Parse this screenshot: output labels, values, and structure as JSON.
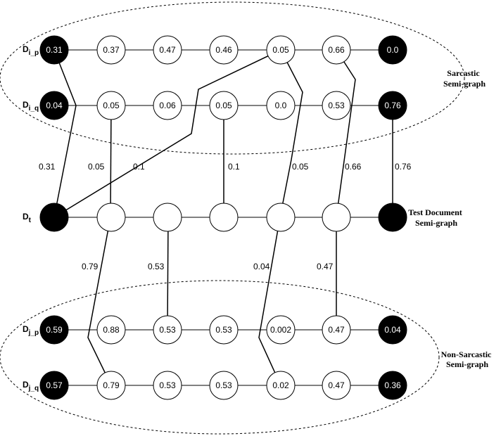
{
  "groups": [
    {
      "id": "sarcastic",
      "lines": [
        "Sarcastic",
        "Semi-graph"
      ]
    },
    {
      "id": "test",
      "lines": [
        "Test Document",
        "Semi-graph"
      ]
    },
    {
      "id": "non-sarcastic",
      "lines": [
        "Non-Sarcastic",
        "Semi-graph"
      ]
    }
  ],
  "rows": [
    {
      "id": "dip",
      "label": {
        "base": "D",
        "sub": "i_p"
      },
      "nodes": [
        {
          "value": "0.31",
          "filled": true
        },
        {
          "value": "0.37"
        },
        {
          "value": "0.47"
        },
        {
          "value": "0.46"
        },
        {
          "value": "0.05"
        },
        {
          "value": "0.66"
        },
        {
          "value": "0.0",
          "filled": true
        }
      ]
    },
    {
      "id": "diq",
      "label": {
        "base": "D",
        "sub": "i_q"
      },
      "nodes": [
        {
          "value": "0.04",
          "filled": true
        },
        {
          "value": "0.05"
        },
        {
          "value": "0.06"
        },
        {
          "value": "0.05"
        },
        {
          "value": "0.0"
        },
        {
          "value": "0.53"
        },
        {
          "value": "0.76",
          "filled": true
        }
      ]
    },
    {
      "id": "dt",
      "label": {
        "base": "D",
        "sub": "t"
      },
      "nodes": [
        {
          "value": "",
          "filled": true
        },
        {
          "value": ""
        },
        {
          "value": ""
        },
        {
          "value": ""
        },
        {
          "value": ""
        },
        {
          "value": ""
        },
        {
          "value": "",
          "filled": true
        }
      ]
    },
    {
      "id": "djp",
      "label": {
        "base": "D",
        "sub": "j_p"
      },
      "nodes": [
        {
          "value": "0.59",
          "filled": true
        },
        {
          "value": "0.88"
        },
        {
          "value": "0.53"
        },
        {
          "value": "0.53"
        },
        {
          "value": "0.002"
        },
        {
          "value": "0.47"
        },
        {
          "value": "0.04",
          "filled": true
        }
      ]
    },
    {
      "id": "djq",
      "label": {
        "base": "D",
        "sub": "j_q"
      },
      "nodes": [
        {
          "value": "0.57",
          "filled": true
        },
        {
          "value": "0.79"
        },
        {
          "value": "0.53"
        },
        {
          "value": "0.53"
        },
        {
          "value": "0.02"
        },
        {
          "value": "0.47"
        },
        {
          "value": "0.36",
          "filled": true
        }
      ]
    }
  ],
  "links": [
    {
      "from": [
        "dip",
        0
      ],
      "to": [
        "dt",
        0
      ],
      "label": "0.31"
    },
    {
      "from": [
        "diq",
        1
      ],
      "to": [
        "dt",
        1
      ],
      "label": "0.05"
    },
    {
      "from": [
        "dip",
        4
      ],
      "to": [
        "dt",
        0
      ],
      "label": "0.1"
    },
    {
      "from": [
        "diq",
        3
      ],
      "to": [
        "dt",
        3
      ],
      "label": "0.1"
    },
    {
      "from": [
        "dip",
        4
      ],
      "to": [
        "dt",
        4
      ],
      "label": "0.05"
    },
    {
      "from": [
        "dip",
        5
      ],
      "to": [
        "dt",
        5
      ],
      "label": "0.66"
    },
    {
      "from": [
        "diq",
        6
      ],
      "to": [
        "dt",
        6
      ],
      "label": "0.76"
    },
    {
      "from": [
        "dt",
        1
      ],
      "to": [
        "djq",
        1
      ],
      "label": "0.79"
    },
    {
      "from": [
        "dt",
        2
      ],
      "to": [
        "djp",
        2
      ],
      "label": "0.53"
    },
    {
      "from": [
        "dt",
        4
      ],
      "to": [
        "djq",
        4
      ],
      "label": "0.04"
    },
    {
      "from": [
        "dt",
        5
      ],
      "to": [
        "djp",
        5
      ],
      "label": "0.47"
    }
  ]
}
